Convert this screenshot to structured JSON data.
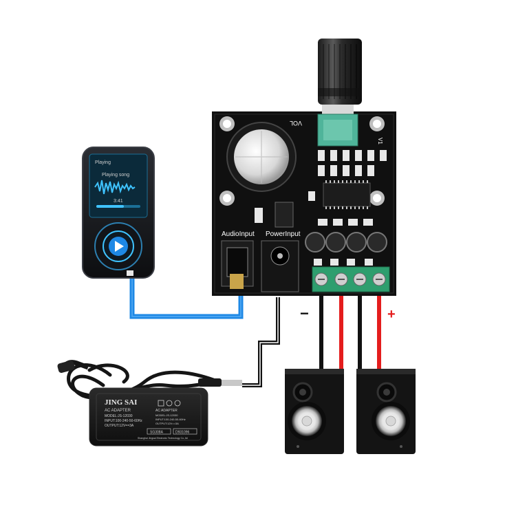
{
  "board": {
    "vol_label": "VOL",
    "v1_label": "V1",
    "audio_input_label": "AudioInput",
    "power_input_label": "PowerInput"
  },
  "player": {
    "title_text": "Playing",
    "song_text": "Playing song",
    "time_text": "3:41"
  },
  "adapter": {
    "brand": "JING SAI",
    "type": "AC ADAPTER",
    "model": "MODEL:JS-12030",
    "input": "INPUT:100-240-50-60Hz",
    "output": "OUTPUT:12V==3A",
    "right_type": "AC ADAPTER",
    "right_model": "MODEL:JS-12030",
    "right_input": "INPUT:100-240-50-60Hz",
    "right_output": "OUTPUT:12V==3A",
    "code_left": "SG308A",
    "code_right": "D931096",
    "manufacturer": "Shanghai Jingsai Electronic Technology Co.,ltd"
  },
  "polarity": {
    "minus": "−",
    "plus": "+"
  },
  "colors": {
    "board": "#101010",
    "audio_cable": "#1e88e5",
    "wire_black": "#111111",
    "wire_red": "#e41d1d",
    "terminal_green": "#2e9e6e",
    "pot_green": "#4fb49a",
    "plus_sign": "#e41d1d"
  }
}
